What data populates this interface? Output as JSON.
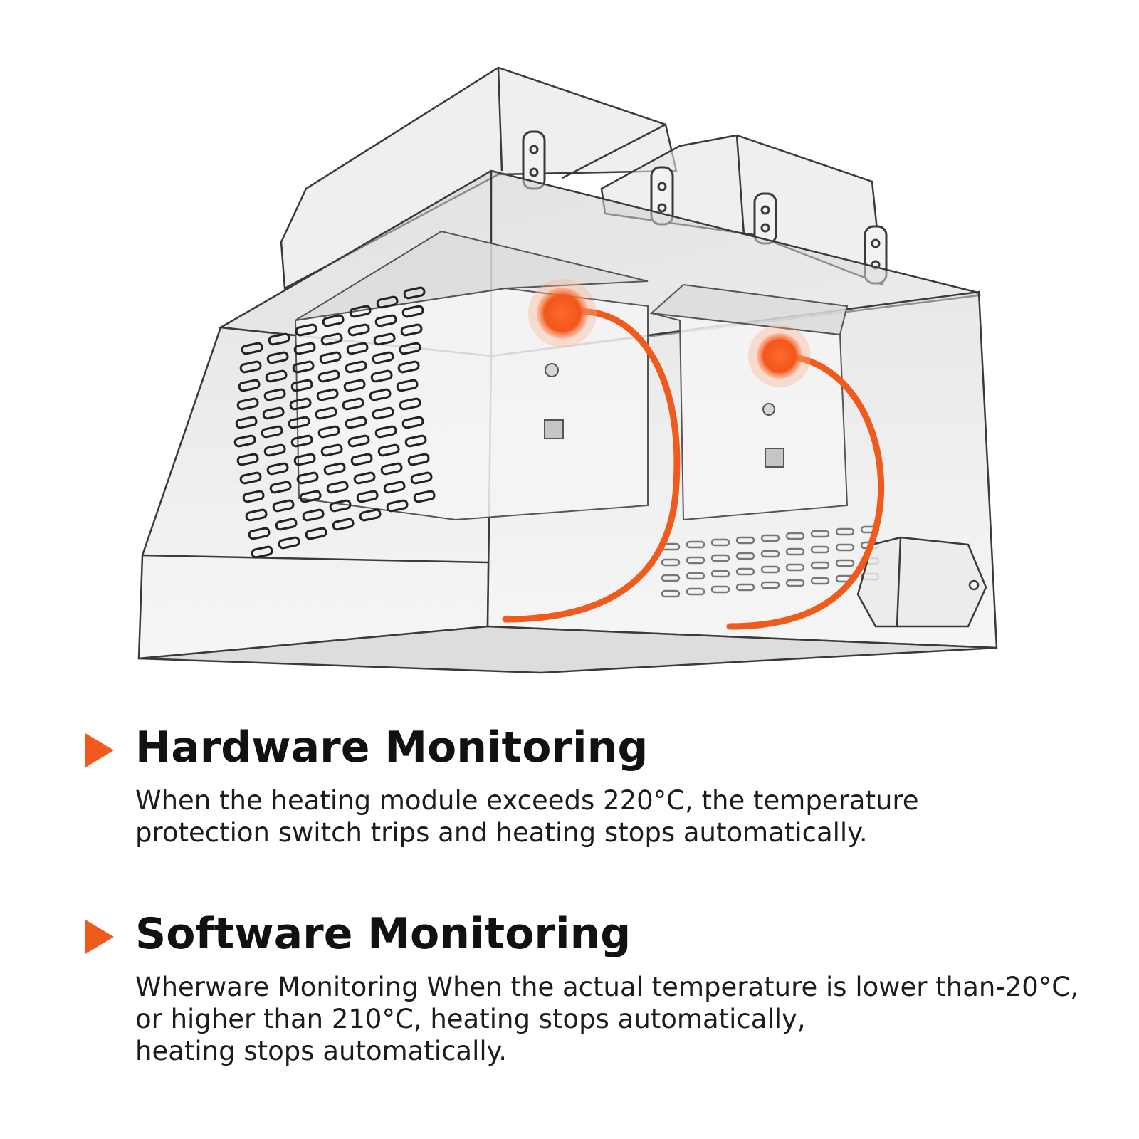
{
  "colors": {
    "accent": "#f05a1c",
    "heading": "#111111",
    "body_text": "#1c1c1c",
    "housing_line": "#3a3a3a",
    "housing_fill": "#e9e9e9",
    "background": "#ffffff"
  },
  "illustration": {
    "icon": "heating-module-housing-transparent"
  },
  "sections": [
    {
      "icon": "triangle-bullet-icon",
      "heading": "Hardware Monitoring",
      "lines": [
        "When the heating module exceeds 220°C, the temperature",
        "protection switch trips and heating stops automatically."
      ]
    },
    {
      "icon": "triangle-bullet-icon",
      "heading": "Software Monitoring",
      "lines": [
        "Wherware Monitoring When the actual temperature is lower than-20°C,",
        "or higher than 210°C, heating stops automatically,",
        "heating stops automatically."
      ]
    }
  ]
}
